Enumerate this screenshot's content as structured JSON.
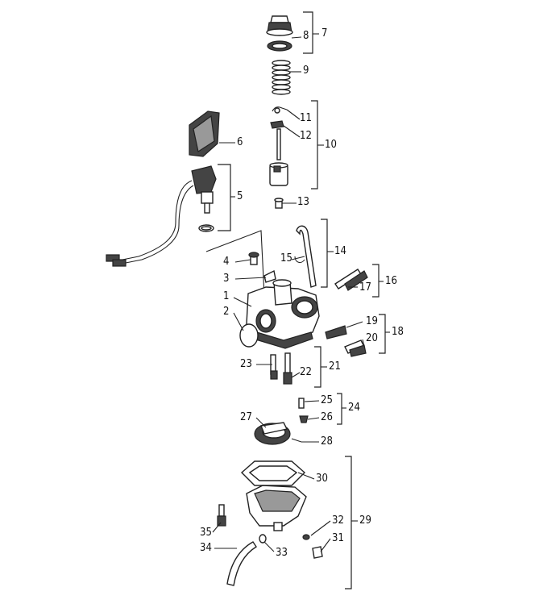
{
  "callouts": {
    "c1": "1",
    "c2": "2",
    "c3": "3",
    "c4": "4",
    "c5": "5",
    "c6": "6",
    "c7": "7",
    "c8": "8",
    "c9": "9",
    "c10": "10",
    "c11": "11",
    "c12": "12",
    "c13": "13",
    "c14": "14",
    "c15": "15",
    "c16": "16",
    "c17": "17",
    "c18": "18",
    "c19": "19",
    "c20": "20",
    "c21": "21",
    "c22": "22",
    "c23": "23",
    "c24": "24",
    "c25": "25",
    "c26": "26",
    "c27": "27",
    "c28": "28",
    "c29": "29",
    "c30": "30",
    "c31": "31",
    "c32": "32",
    "c33": "33",
    "c34": "34",
    "c35": "35"
  }
}
